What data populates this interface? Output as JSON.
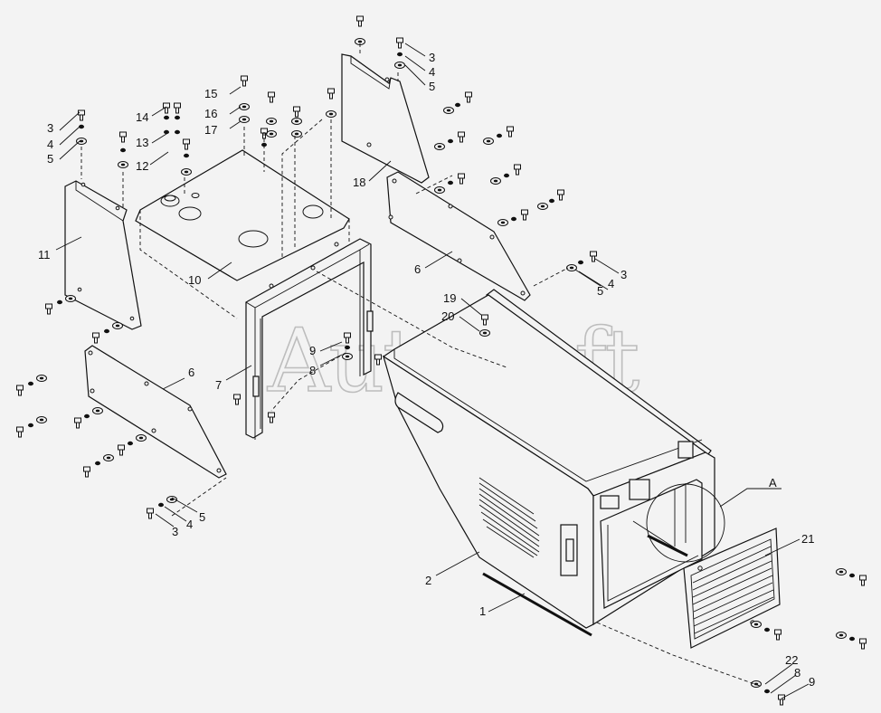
{
  "watermark": "AutoSoft",
  "detail_callout": "A",
  "callouts": [
    {
      "id": "c-3a",
      "text": "3"
    },
    {
      "id": "c-4a",
      "text": "4"
    },
    {
      "id": "c-5a",
      "text": "5"
    },
    {
      "id": "c-14",
      "text": "14"
    },
    {
      "id": "c-13",
      "text": "13"
    },
    {
      "id": "c-12",
      "text": "12"
    },
    {
      "id": "c-15",
      "text": "15"
    },
    {
      "id": "c-16",
      "text": "16"
    },
    {
      "id": "c-17",
      "text": "17"
    },
    {
      "id": "c-3b",
      "text": "3"
    },
    {
      "id": "c-4b",
      "text": "4"
    },
    {
      "id": "c-5b",
      "text": "5"
    },
    {
      "id": "c-18",
      "text": "18"
    },
    {
      "id": "c-11",
      "text": "11"
    },
    {
      "id": "c-10",
      "text": "10"
    },
    {
      "id": "c-6a",
      "text": "6"
    },
    {
      "id": "c-3c",
      "text": "3"
    },
    {
      "id": "c-5c",
      "text": "5"
    },
    {
      "id": "c-4c",
      "text": "4"
    },
    {
      "id": "c-19",
      "text": "19"
    },
    {
      "id": "c-20",
      "text": "20"
    },
    {
      "id": "c-9a",
      "text": "9"
    },
    {
      "id": "c-8a",
      "text": "8"
    },
    {
      "id": "c-7",
      "text": "7"
    },
    {
      "id": "c-6b",
      "text": "6"
    },
    {
      "id": "c-5d",
      "text": "5"
    },
    {
      "id": "c-4d",
      "text": "4"
    },
    {
      "id": "c-3d",
      "text": "3"
    },
    {
      "id": "c-2",
      "text": "2"
    },
    {
      "id": "c-1",
      "text": "1"
    },
    {
      "id": "c-21",
      "text": "21"
    },
    {
      "id": "c-22",
      "text": "22"
    },
    {
      "id": "c-8b",
      "text": "8"
    },
    {
      "id": "c-9b",
      "text": "9"
    }
  ]
}
